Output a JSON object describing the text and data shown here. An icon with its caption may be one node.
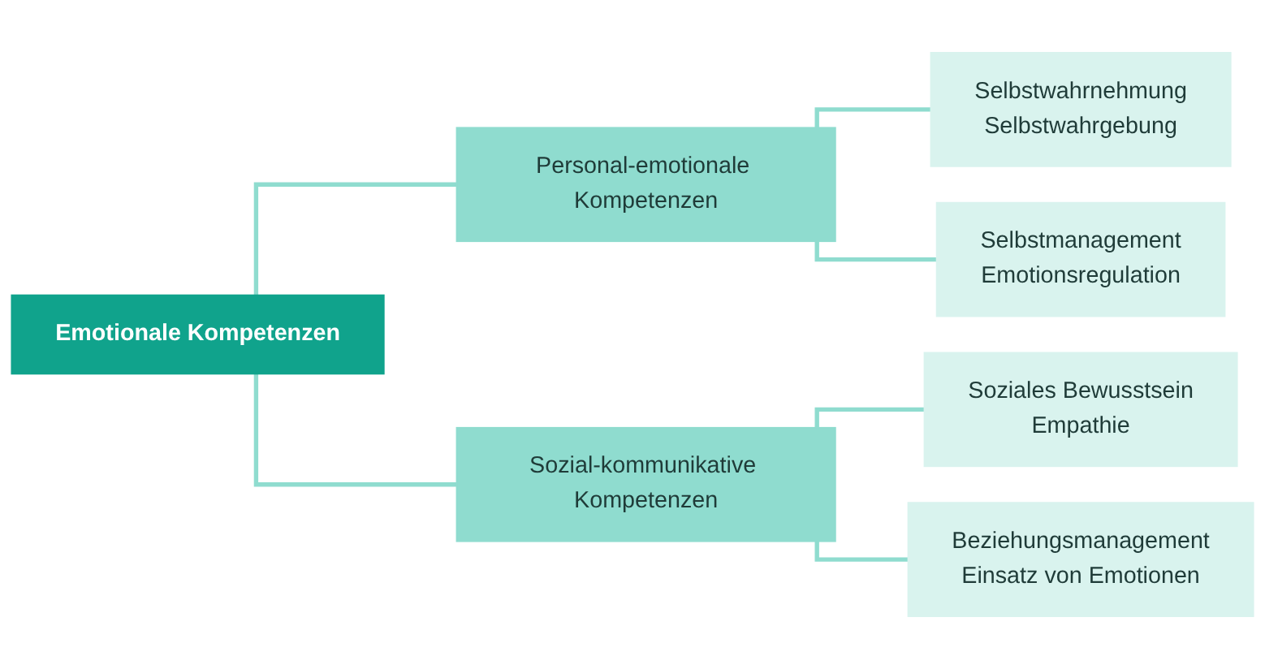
{
  "diagram": {
    "nodes": [
      {
        "text": [
          "Emotionale Kompetenzen"
        ]
      },
      {
        "text": [
          "Personal-emotionale Kompetenzen"
        ]
      },
      {
        "text": [
          "Sozial-kommunikative Kompetenzen"
        ]
      },
      {
        "text": [
          "Selbstwahrnehmung",
          "Selbstwahrgebung"
        ]
      },
      {
        "text": [
          "Selbstmanagement",
          "Emotionsregulation"
        ]
      },
      {
        "text": [
          "Soziales Bewusstsein",
          "Empathie"
        ]
      },
      {
        "text": [
          "Beziehungsmanagement",
          "Einsatz von Emotionen"
        ]
      }
    ],
    "edges": [
      {
        "from": 0,
        "to": 1,
        "arrow": "none"
      },
      {
        "from": 0,
        "to": 2,
        "arrow": "none"
      },
      {
        "from": 1,
        "to": 3,
        "arrow": "none"
      },
      {
        "from": 1,
        "to": 4,
        "arrow": "none"
      },
      {
        "from": 2,
        "to": 5,
        "arrow": "none"
      },
      {
        "from": 2,
        "to": 6,
        "arrow": "none"
      }
    ]
  }
}
